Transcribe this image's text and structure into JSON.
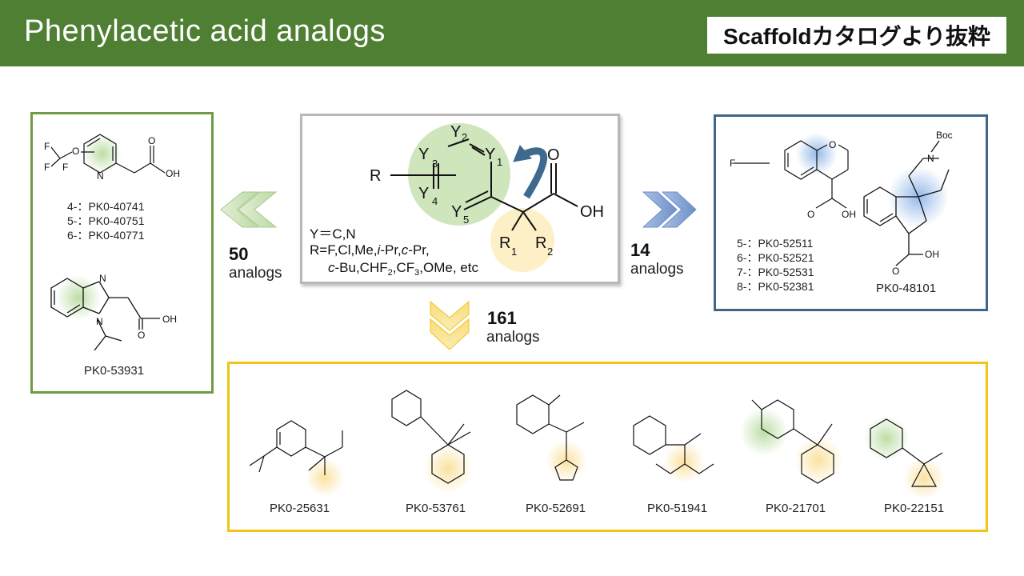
{
  "header": {
    "title": "Phenylacetic acid analogs",
    "badge": "Scaffoldカタログより抜粋"
  },
  "core": {
    "atoms": {
      "y1": "Y",
      "y1_sub": "1",
      "y2": "Y",
      "y2_sub": "2",
      "y3": "Y",
      "y3_sub": "3",
      "y4": "Y",
      "y4_sub": "4",
      "y5": "Y",
      "y5_sub": "5",
      "r": "R",
      "o": "O",
      "oh": "OH",
      "r1": "R",
      "r1_sub": "1",
      "r2": "R",
      "r2_sub": "2"
    },
    "legend_y": "Y＝C,N",
    "legend_r_parts": [
      "R=F,Cl,Me,",
      "i",
      "-Pr,",
      "c",
      "-Pr,"
    ],
    "legend_r2_parts": [
      "c",
      "-Bu,CHF",
      "2",
      ",CF",
      "3",
      ",OMe, etc"
    ]
  },
  "left_group": {
    "count": "50",
    "unit": "analogs",
    "compound1": {
      "atoms": [
        "F",
        "F",
        "F",
        "O",
        "N",
        "O",
        "OH"
      ],
      "codes": [
        "4-：PK0-40741",
        "5-：PK0-40751",
        "6-：PK0-40771"
      ]
    },
    "compound2": {
      "atoms": [
        "N",
        "N",
        "OH",
        "O"
      ],
      "code": "PK0-53931"
    }
  },
  "right_group": {
    "count": "14",
    "unit": "analogs",
    "compound1": {
      "atoms": [
        "F",
        "O",
        "O",
        "OH"
      ],
      "codes": [
        "5-：PK0-52511",
        "6-：PK0-52521",
        "7-：PK0-52531",
        "8-：PK0-52381"
      ]
    },
    "compound2": {
      "atoms": [
        "Boc",
        "N",
        "O",
        "OH"
      ],
      "code": "PK0-48101"
    }
  },
  "bottom_group": {
    "count": "161",
    "unit": "analogs",
    "compounds": [
      {
        "code": "PK0-25631"
      },
      {
        "code": "PK0-53761"
      },
      {
        "code": "PK0-52691"
      },
      {
        "code": "PK0-51941"
      },
      {
        "code": "PK0-21701"
      },
      {
        "code": "PK0-22151"
      }
    ]
  },
  "colors": {
    "header_bg": "#4f7f32",
    "left_border": "#6f9b45",
    "right_border": "#3f6688",
    "bottom_border": "#f0c419",
    "highlight_green": "#c8e3b4",
    "highlight_blue": "#9fc3ec",
    "highlight_yellow": "#fbe6a8",
    "arrow_blue": "#3f6a8f"
  }
}
